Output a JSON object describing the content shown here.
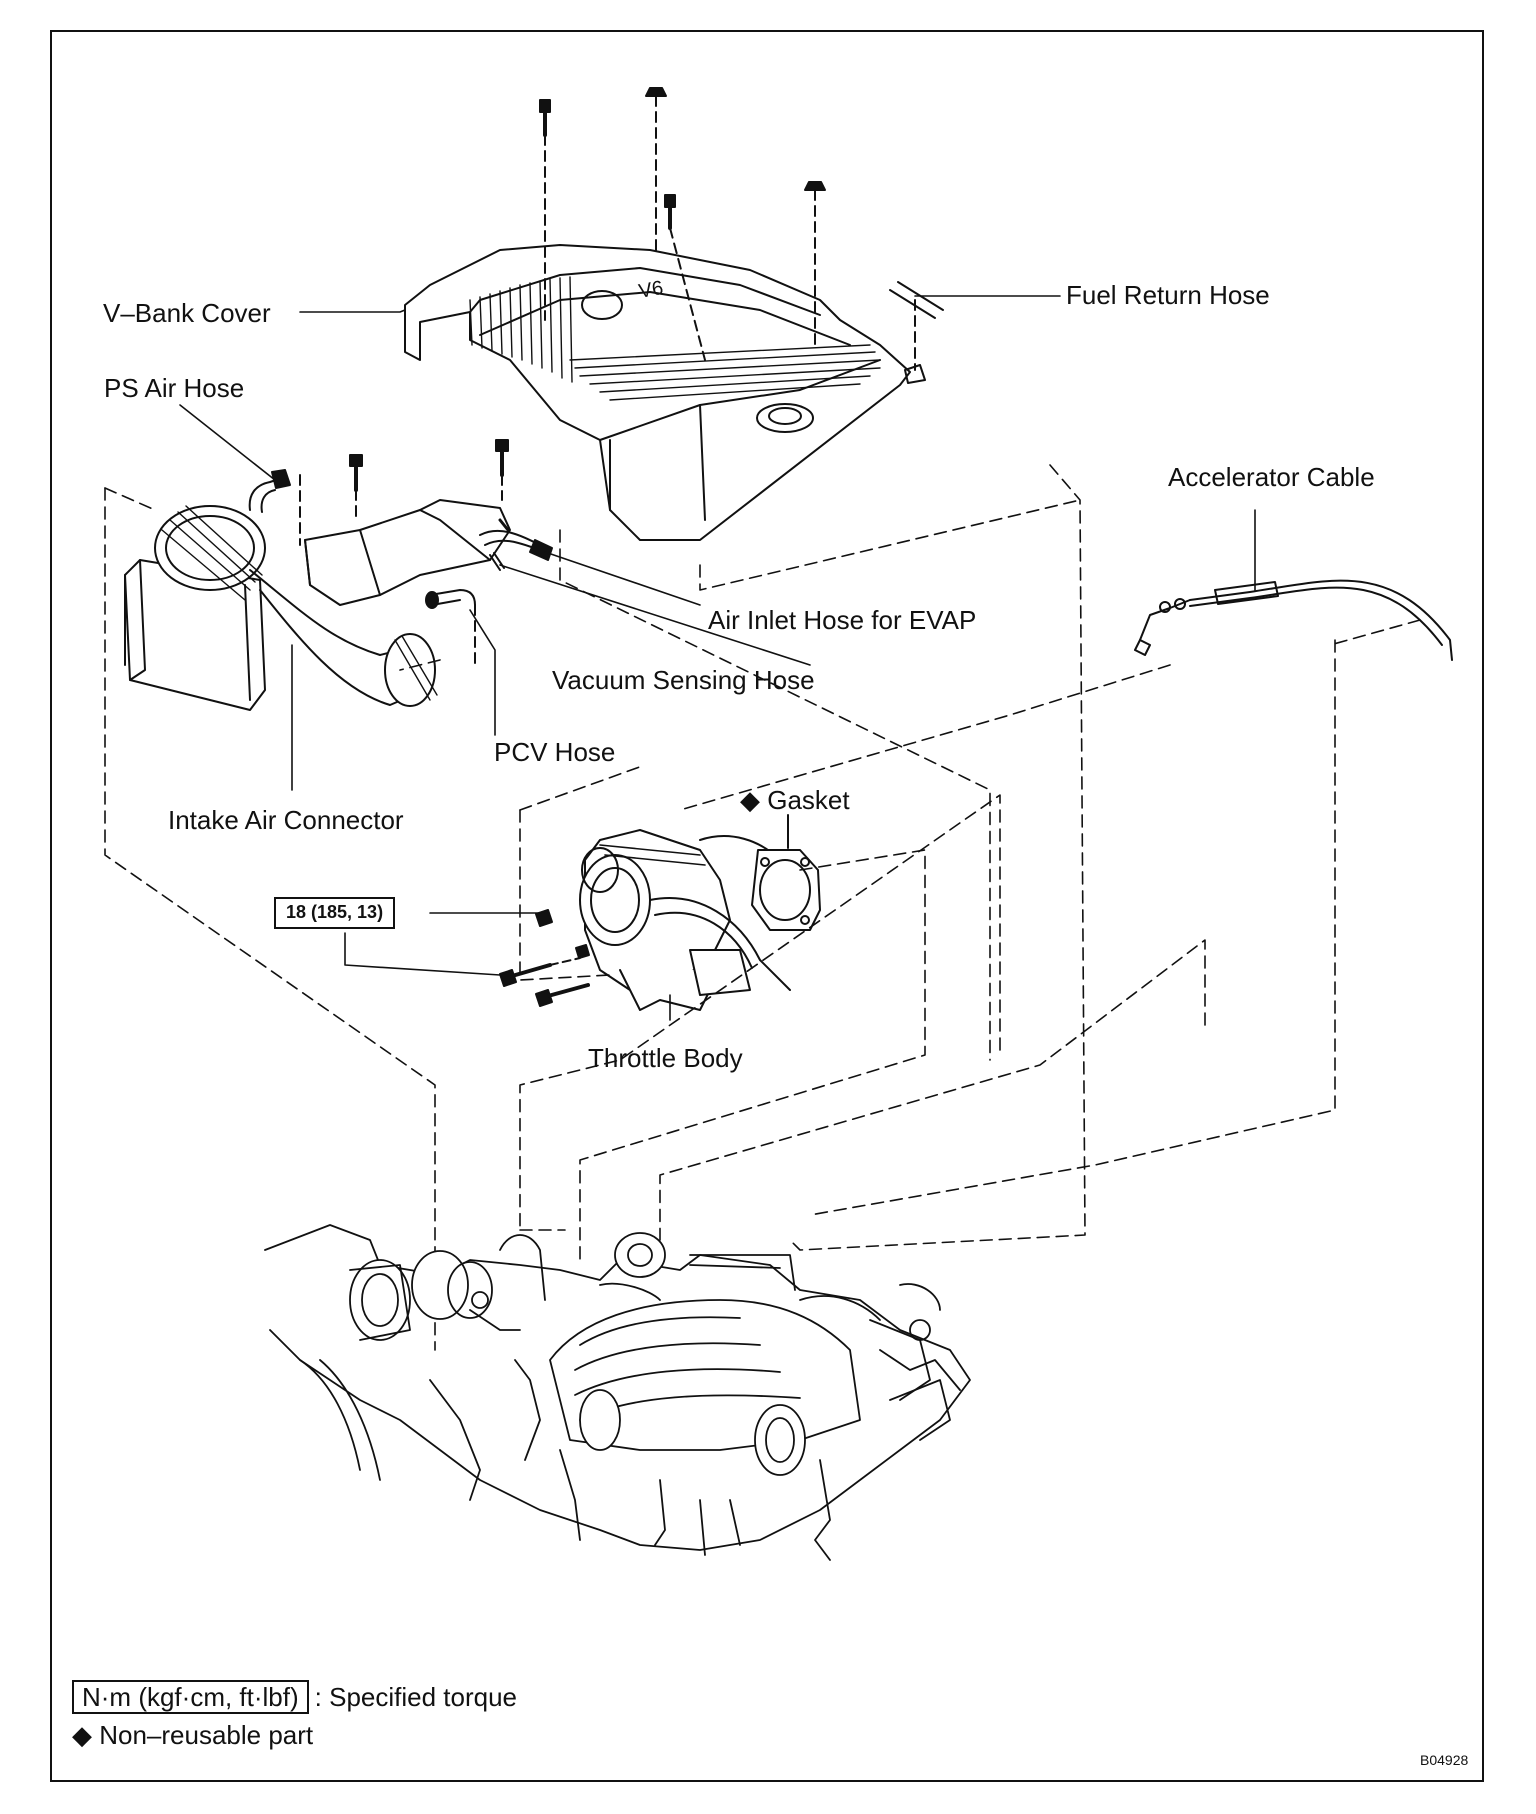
{
  "labels": {
    "v_bank_cover": "V–Bank Cover",
    "fuel_return_hose": "Fuel Return Hose",
    "ps_air_hose": "PS Air Hose",
    "accelerator_cable": "Accelerator Cable",
    "air_inlet_hose_evap": "Air Inlet Hose for EVAP",
    "vacuum_sensing_hose": "Vacuum Sensing Hose",
    "pcv_hose": "PCV Hose",
    "intake_air_connector": "Intake Air Connector",
    "gasket": "◆ Gasket",
    "throttle_body": "Throttle Body"
  },
  "torque": {
    "value": "18 (185, 13)"
  },
  "legend": {
    "torque_unit": "N·m (kgf·cm, ft·lbf)",
    "torque_desc": ": Specified torque",
    "non_reusable": "◆ Non–reusable part"
  },
  "figure_code": "B04928"
}
